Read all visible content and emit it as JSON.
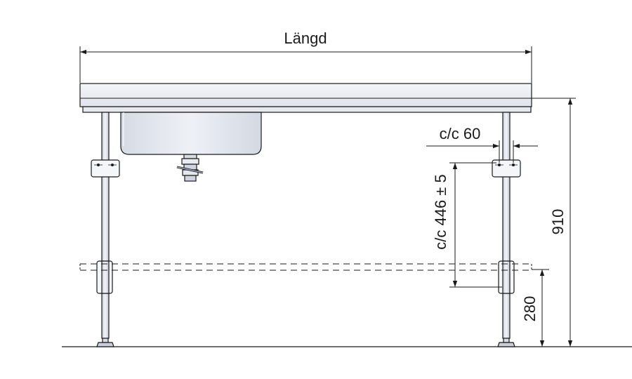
{
  "dimensions": {
    "length_label": "Längd",
    "cc_60_label": "c/c 60",
    "cc_446_label": "c/c 446 ± 5",
    "height_910_label": "910",
    "height_280_label": "280"
  },
  "colors": {
    "line": "#1a1a1a",
    "steel_light": "#eef1f6",
    "steel_mid": "#d9dee8",
    "steel_dark": "#b9c0cc",
    "sink_fill": "#e4e8ef"
  }
}
